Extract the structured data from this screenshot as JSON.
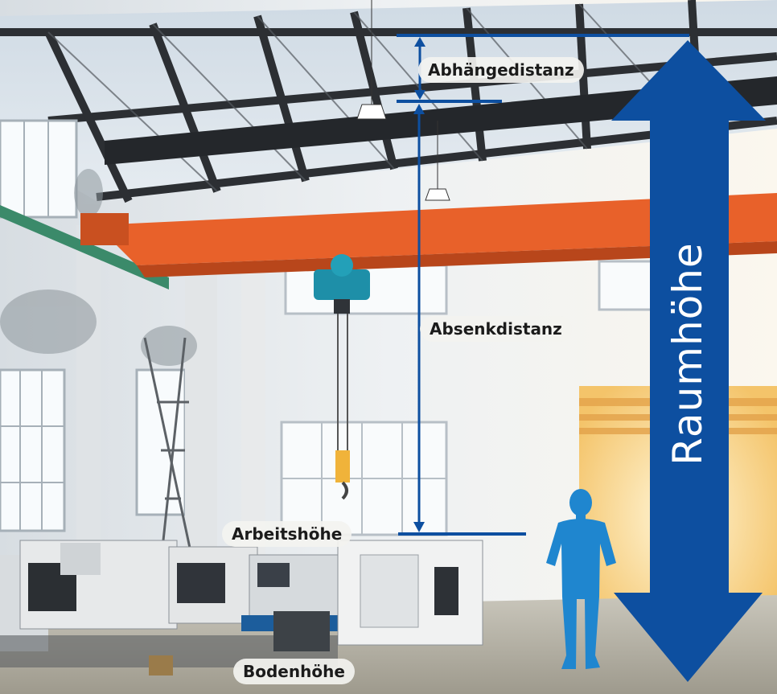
{
  "labels": {
    "suspension_distance": "Abhängedistanz",
    "lowering_distance": "Absenkdistanz",
    "working_height": "Arbeitshöhe",
    "floor_height": "Bodenhöhe",
    "room_height": "Raumhöhe"
  },
  "colors": {
    "accent_blue": "#0d4fa0",
    "person_blue": "#1f86cf",
    "crane_orange": "#e8612a",
    "label_background": "#f3f3f0"
  },
  "icons": {
    "person": "person-silhouette-icon",
    "room_height_arrow": "double-arrow-icon"
  }
}
